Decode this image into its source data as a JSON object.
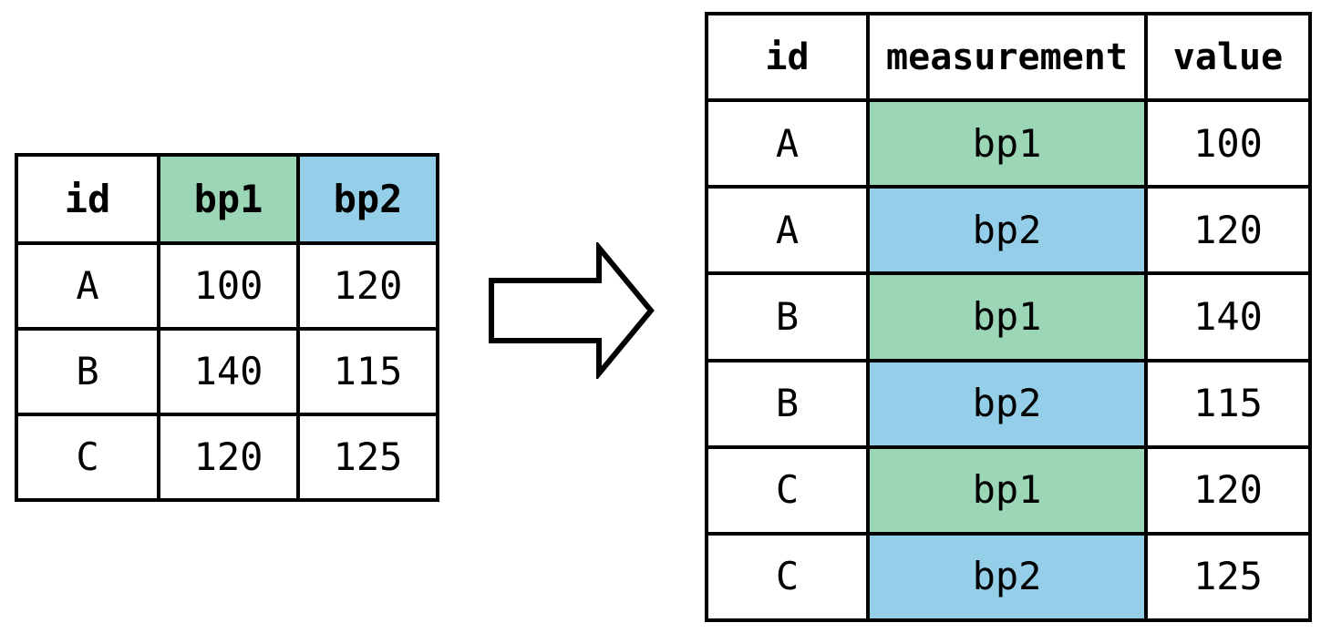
{
  "colors": {
    "green": "#9bd7b6",
    "blue": "#95cee9",
    "border": "#000000",
    "page_bg": "#ffffff",
    "text": "#000000"
  },
  "left_table": {
    "format": "wide",
    "headers": [
      {
        "label": "id",
        "highlight": "none"
      },
      {
        "label": "bp1",
        "highlight": "green"
      },
      {
        "label": "bp2",
        "highlight": "blue"
      }
    ],
    "rows": [
      {
        "id": "A",
        "bp1": "100",
        "bp2": "120"
      },
      {
        "id": "B",
        "bp1": "140",
        "bp2": "115"
      },
      {
        "id": "C",
        "bp1": "120",
        "bp2": "125"
      }
    ]
  },
  "arrow": {
    "icon": "right-block-arrow",
    "direction": "right"
  },
  "right_table": {
    "format": "long",
    "headers": [
      {
        "label": "id"
      },
      {
        "label": "measurement"
      },
      {
        "label": "value"
      }
    ],
    "rows": [
      {
        "id": "A",
        "measurement": "bp1",
        "value": "100",
        "highlight": "green"
      },
      {
        "id": "A",
        "measurement": "bp2",
        "value": "120",
        "highlight": "blue"
      },
      {
        "id": "B",
        "measurement": "bp1",
        "value": "140",
        "highlight": "green"
      },
      {
        "id": "B",
        "measurement": "bp2",
        "value": "115",
        "highlight": "blue"
      },
      {
        "id": "C",
        "measurement": "bp1",
        "value": "120",
        "highlight": "green"
      },
      {
        "id": "C",
        "measurement": "bp2",
        "value": "125",
        "highlight": "blue"
      }
    ]
  }
}
